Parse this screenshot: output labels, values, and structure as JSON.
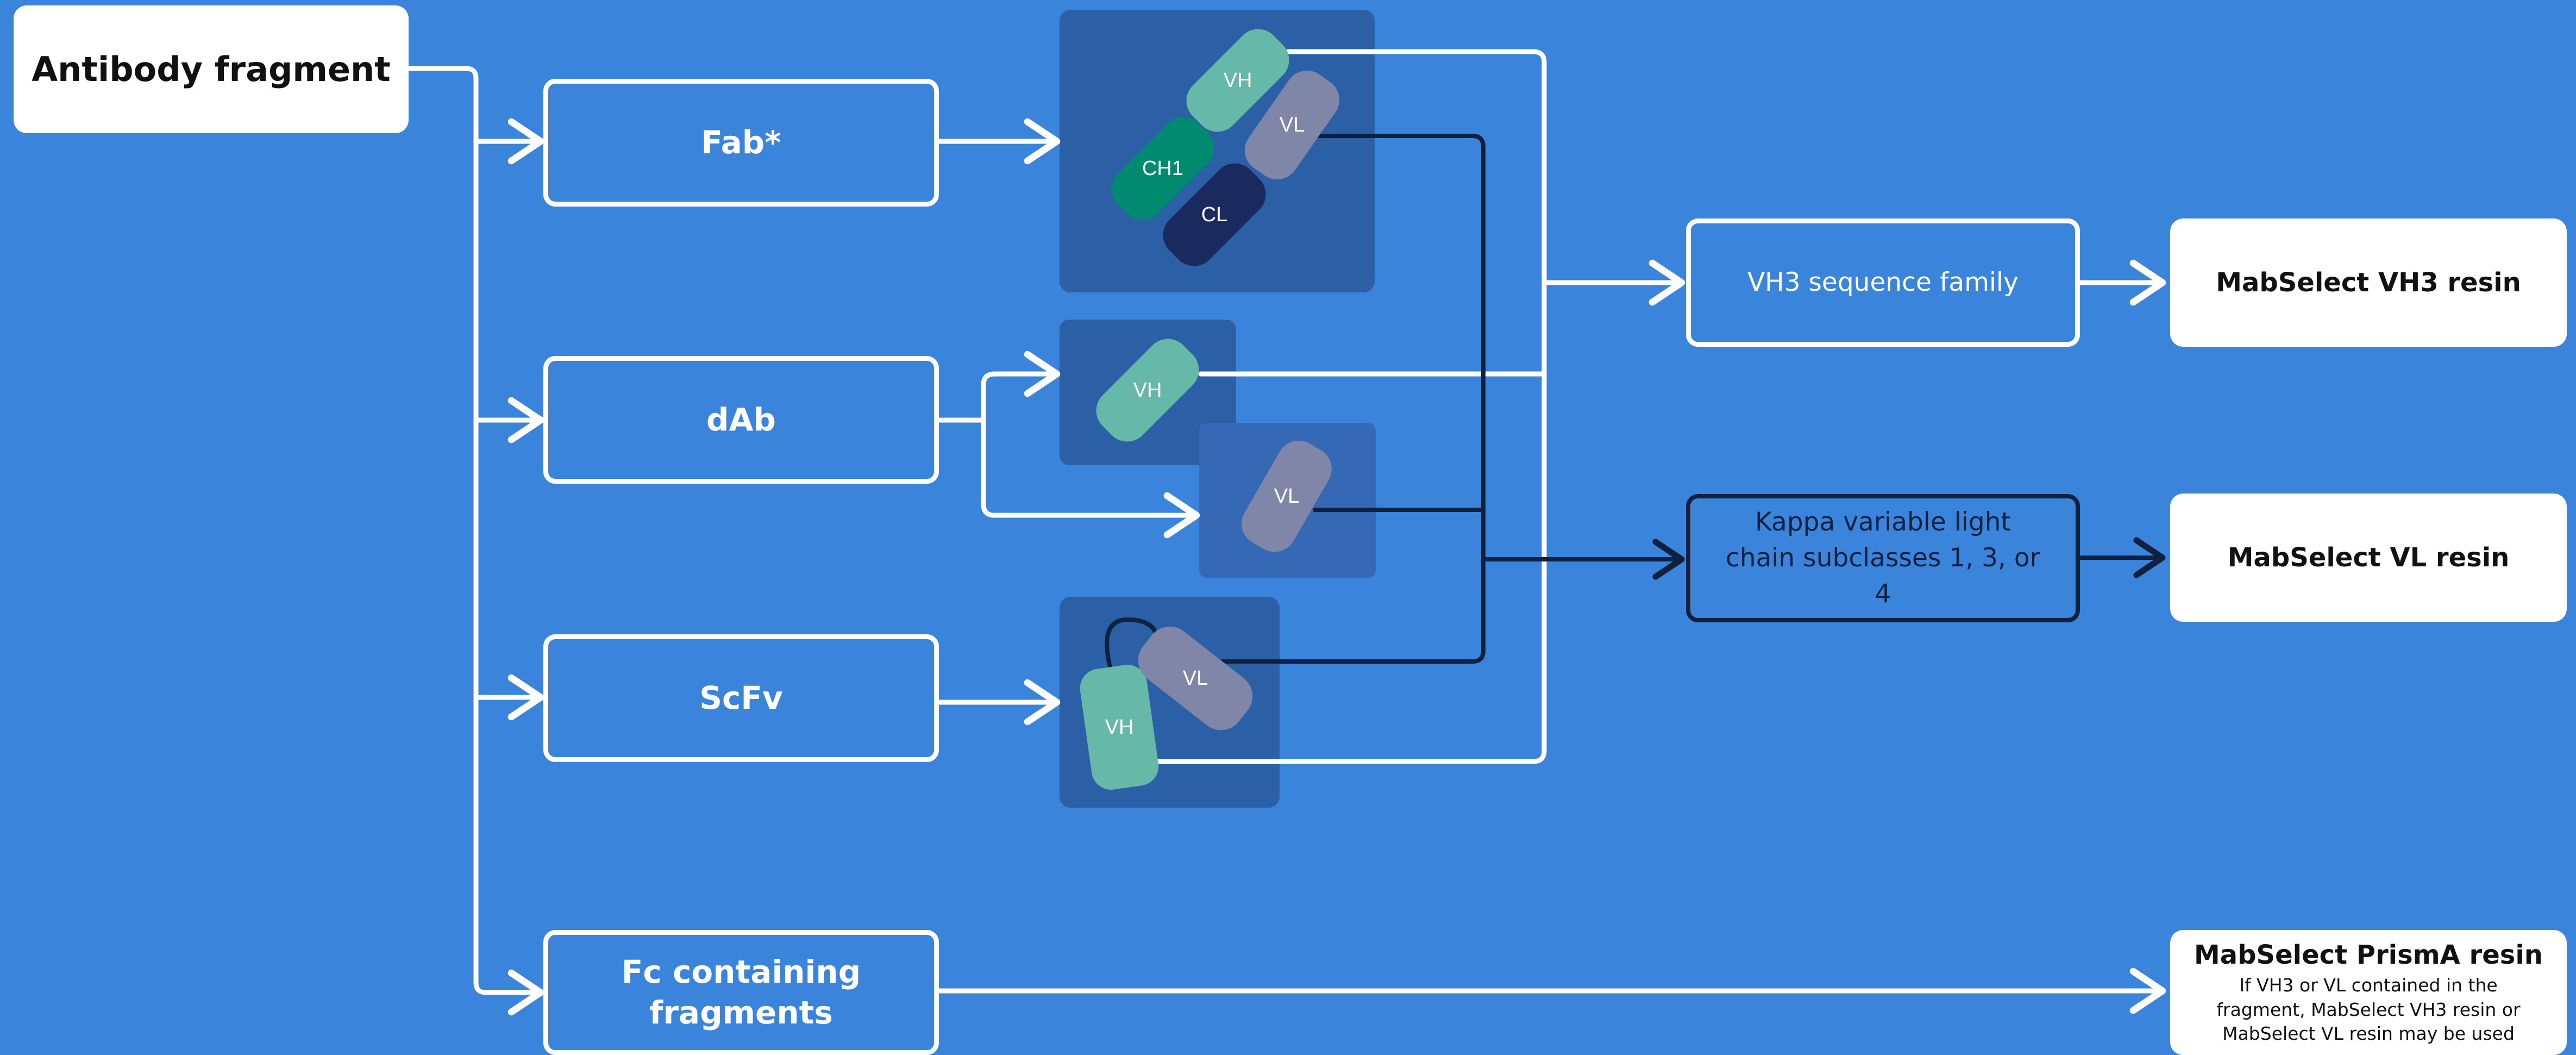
{
  "root": {
    "label": "Antibody fragment"
  },
  "categories": [
    {
      "label": "Fab*"
    },
    {
      "label": "dAb"
    },
    {
      "label": "ScFv"
    },
    {
      "label": "Fc containing fragments"
    }
  ],
  "domains": {
    "fab": {
      "vh": "VH",
      "vl": "VL",
      "ch1": "CH1",
      "cl": "CL"
    },
    "dab_vh": "VH",
    "dab_vl": "VL",
    "scfv": {
      "vh": "VH",
      "vl": "VL"
    }
  },
  "intermediates": {
    "vh3": "VH3 sequence family",
    "kappa": "Kappa variable light chain subclasses 1, 3, or 4"
  },
  "resins": {
    "vh3": "MabSelect VH3 resin",
    "vl": "MabSelect VL resin",
    "prisma": "MabSelect PrismA resin",
    "prisma_note": "If VH3 or VL contained in the fragment, MabSelect VH3 resin or MabSelect VL resin may be used"
  },
  "colors": {
    "background": "#3b84dc",
    "panel": "#2b5fa6",
    "vh": "#66b9a8",
    "vl": "#7f86a8",
    "ch1": "#008b70",
    "cl": "#1b2a5e",
    "dark_line": "#10213f"
  }
}
